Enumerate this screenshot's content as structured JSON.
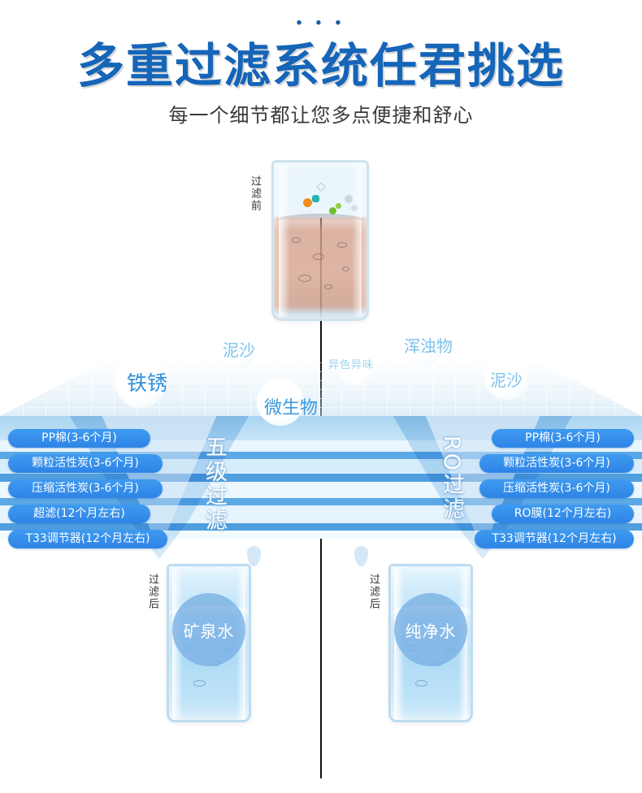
{
  "header": {
    "dots": "• • •",
    "title": "多重过滤系统任君挑选",
    "subtitle": "每一个细节都让您多点便捷和舒心",
    "title_color": "#1565b8",
    "subtitle_color": "#3a3a3a"
  },
  "top_glass": {
    "label": "过滤前",
    "water_color": "#d3a08c"
  },
  "contaminants": [
    {
      "text": "泥沙",
      "size": "20px",
      "color": "#7cc2ec"
    },
    {
      "text": "浑浊物",
      "size": "20px",
      "color": "#7cc2ec"
    },
    {
      "text": "铁锈",
      "size": "25px",
      "color": "#2f8fdb"
    },
    {
      "text": "微生物",
      "size": "22px",
      "color": "#3d9ade"
    },
    {
      "text": "异色异味",
      "size": "13px",
      "color": "#9dd3f1"
    },
    {
      "text": "泥沙",
      "size": "20px",
      "color": "#7cc2ec"
    }
  ],
  "left_system": {
    "vertical_label": "五级过滤",
    "stages": [
      "PP棉(3-6个月)",
      "颗粒活性炭(3-6个月)",
      "压缩活性炭(3-6个月)",
      "超滤(12个月左右)",
      "T33调节器(12个月左右)"
    ],
    "result_label": "过滤后",
    "result_badge": "矿泉水"
  },
  "right_system": {
    "vertical_label": "RO过滤",
    "stages": [
      "PP棉(3-6个月)",
      "颗粒活性炭(3-6个月)",
      "压缩活性炭(3-6个月)",
      "RO膜(12个月左右)",
      "T33调节器(12个月左右)"
    ],
    "result_label": "过滤后",
    "result_badge": "纯净水"
  },
  "colors": {
    "pill_blue": "#2f84e6",
    "band_blue": "#5aa9e6",
    "badge_blue": "#7ab0e4",
    "accent": "#1565b8"
  }
}
